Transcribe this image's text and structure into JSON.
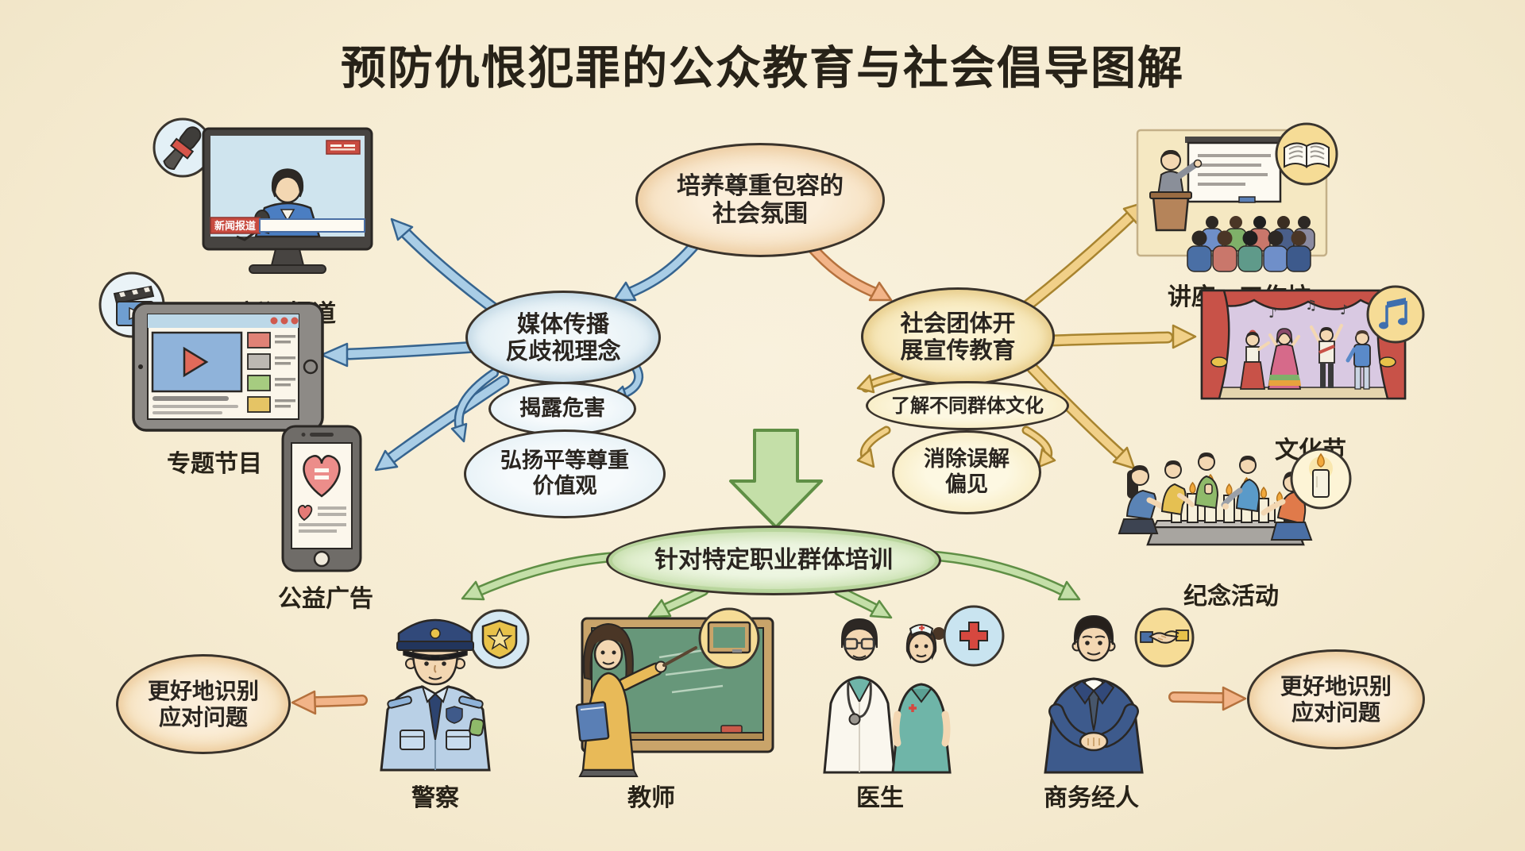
{
  "title": "预防仇恨犯罪的公众教育与社会倡导图解",
  "nodes": {
    "goal": {
      "line1": "培养尊重包容的",
      "line2": "社会氛围"
    },
    "media": {
      "line1": "媒体传播",
      "line2": "反歧视理念"
    },
    "media_sub1": {
      "line1": "揭露危害"
    },
    "media_sub2": {
      "line1": "弘扬平等尊重",
      "line2": "价值观"
    },
    "community": {
      "line1": "社会团体开",
      "line2": "展宣传教育"
    },
    "community_sub1": {
      "line1": "了解不同群体文化"
    },
    "community_sub2": {
      "line1": "消除误解",
      "line2": "偏见"
    },
    "training": {
      "line1": "针对特定职业群体培训"
    },
    "outcome_left": {
      "line1": "更好地识别",
      "line2": "应对问题"
    },
    "outcome_right": {
      "line1": "更好地识别",
      "line2": "应对问题"
    }
  },
  "icons": {
    "news": {
      "label": "新闻报道",
      "chyron": "新闻报道"
    },
    "program": {
      "label": "专题节目"
    },
    "psa": {
      "label": "公益广告"
    },
    "lecture": {
      "label": "讲座、工作坊"
    },
    "festival": {
      "label": "文化节"
    },
    "memorial": {
      "label": "纪念活动"
    }
  },
  "professions": [
    {
      "label": "警察"
    },
    {
      "label": "教师"
    },
    {
      "label": "医生"
    },
    {
      "label": "商务经人"
    }
  ],
  "colors": {
    "background": "#f6ecd2",
    "ink": "#2a2520",
    "arrow_blue": "#a9cde6",
    "arrow_blue_dark": "#36648f",
    "arrow_yellow": "#f1d088",
    "arrow_yellow_dark": "#a8842f",
    "arrow_green": "#c4dfa8",
    "arrow_green_dark": "#5f8f45",
    "arrow_orange": "#f2b488",
    "arrow_orange_dark": "#b5713d"
  }
}
